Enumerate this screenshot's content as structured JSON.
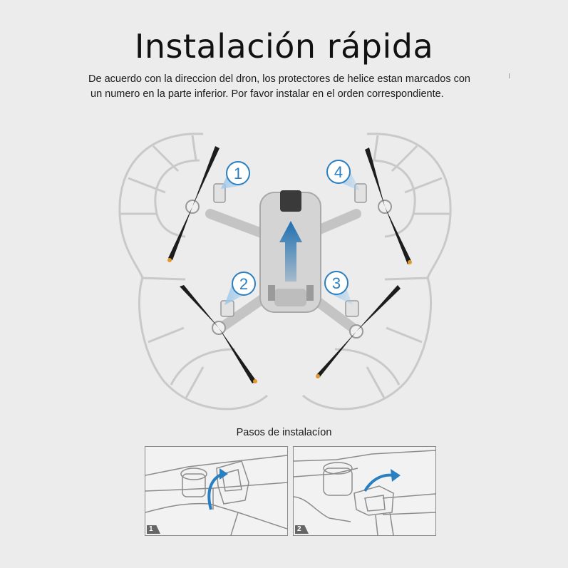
{
  "title": "Instalación rápida",
  "description": {
    "line1": "De acuerdo con la direccion del dron, los protectores de helice estan marcados con",
    "line2": "un numero  en la parte inferior. Por favor instalar en el orden correspondiente."
  },
  "markers": [
    "1",
    "2",
    "3",
    "4"
  ],
  "steps_label": "Pasos de instalacíon",
  "steps": [
    "1",
    "2"
  ],
  "colors": {
    "accent": "#2a7fc0",
    "propeller": "#1c1c1c",
    "propeller_tip": "#e39a2a",
    "guard": "#cfcfcf"
  }
}
